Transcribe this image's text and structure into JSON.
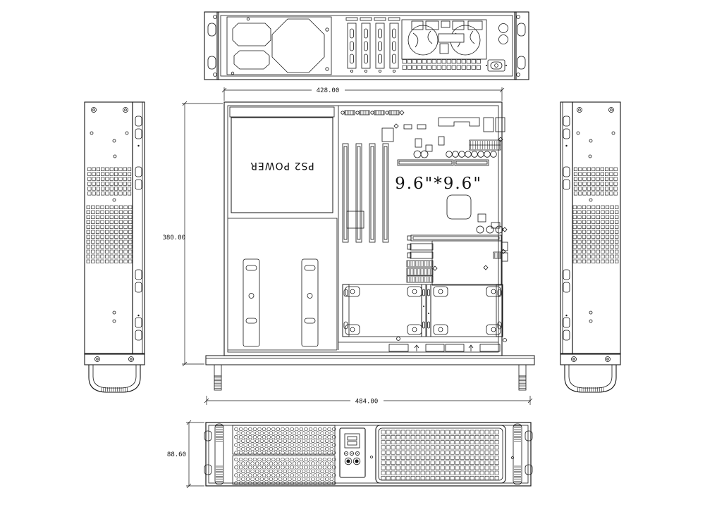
{
  "colors": {
    "background": "#ffffff",
    "line": "#161616"
  },
  "dimensions": {
    "chassis_width": "428.00",
    "chassis_depth": "380.00",
    "front_width": "484.00",
    "front_height": "88.60"
  },
  "labels": {
    "psu": "PS2 POWER",
    "motherboard": "9.6\"*9.6\""
  }
}
